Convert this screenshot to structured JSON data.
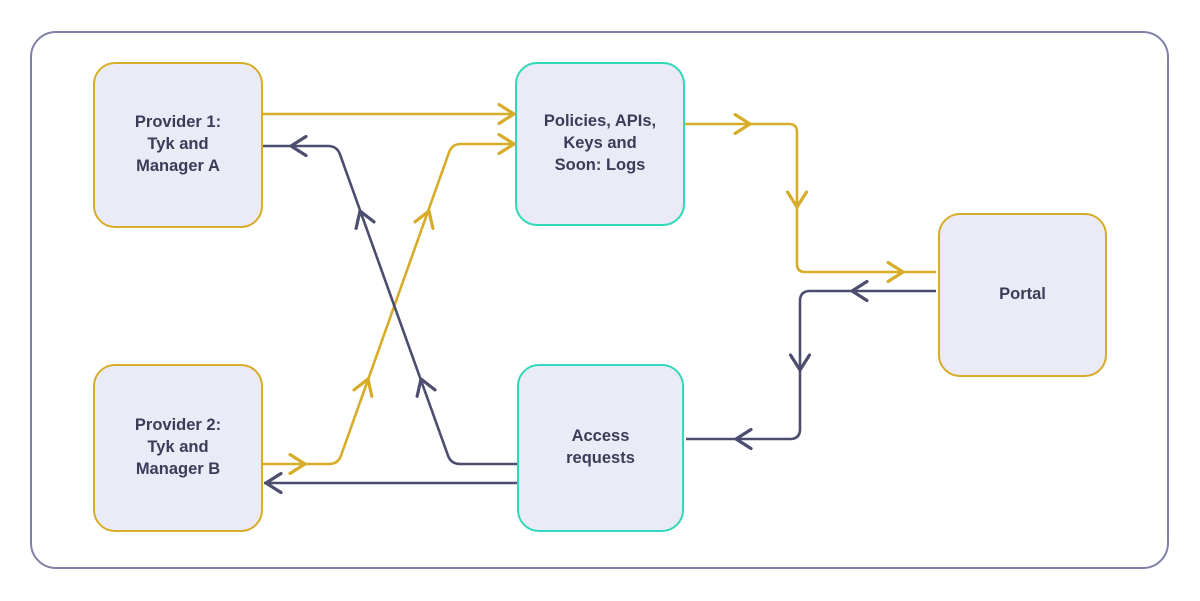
{
  "nodes": {
    "provider1": {
      "label": "Provider 1: Tyk and Manager A",
      "lines": [
        "Provider 1:",
        "Tyk and",
        "Manager A"
      ]
    },
    "provider2": {
      "label": "Provider 2: Tyk and Manager B",
      "lines": [
        "Provider 2:",
        "Tyk and",
        "Manager B"
      ]
    },
    "policies": {
      "label": "Policies, APIs, Keys and Soon: Logs",
      "lines": [
        "Policies, APIs,",
        "Keys and",
        "Soon: Logs"
      ]
    },
    "access": {
      "label": "Access requests",
      "lines": [
        "Access",
        "requests"
      ]
    },
    "portal": {
      "label": "Portal",
      "lines": [
        "Portal"
      ]
    }
  },
  "edges": [
    {
      "from": "provider1",
      "to": "policies",
      "color": "yellow"
    },
    {
      "from": "provider2",
      "to": "policies",
      "color": "yellow"
    },
    {
      "from": "policies",
      "to": "portal",
      "color": "yellow"
    },
    {
      "from": "portal",
      "to": "access",
      "color": "dark"
    },
    {
      "from": "access",
      "to": "provider1",
      "color": "dark"
    },
    {
      "from": "access",
      "to": "provider2",
      "color": "dark"
    }
  ],
  "colors": {
    "flow_yellow": "#D6AC28",
    "flow_dark": "#4D4D70",
    "yellow_border": "#D6AC28",
    "teal_border": "#2FD8B9",
    "node_fill": "#EBEBF8",
    "frame_border": "#8080A8",
    "text": "#3C3C58"
  }
}
